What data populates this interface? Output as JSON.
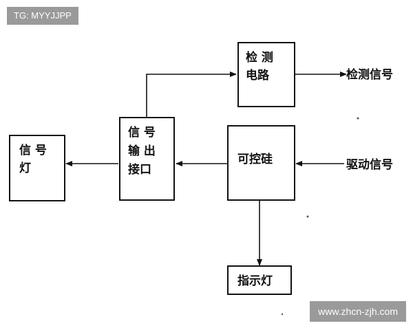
{
  "watermarks": {
    "top_left": "TG: MYYJJPP",
    "bottom_right": "www.zhcn-zjh.com"
  },
  "blocks": {
    "detect_circuit": {
      "line1": "检 测",
      "line2": "电路"
    },
    "scr": {
      "label": "可控硅"
    },
    "signal_interface": {
      "line1": "信 号",
      "line2": "输 出",
      "line3": "接口"
    },
    "signal_lamp": {
      "line1": "信 号",
      "line2": "灯"
    },
    "indicator_lamp": {
      "label": "指示灯"
    }
  },
  "signals": {
    "detect_output": "检测信号",
    "drive_input": "驱动信号"
  },
  "colors": {
    "line": "#111111",
    "background": "#ffffff",
    "watermark_bg": "#8c8c8c"
  }
}
